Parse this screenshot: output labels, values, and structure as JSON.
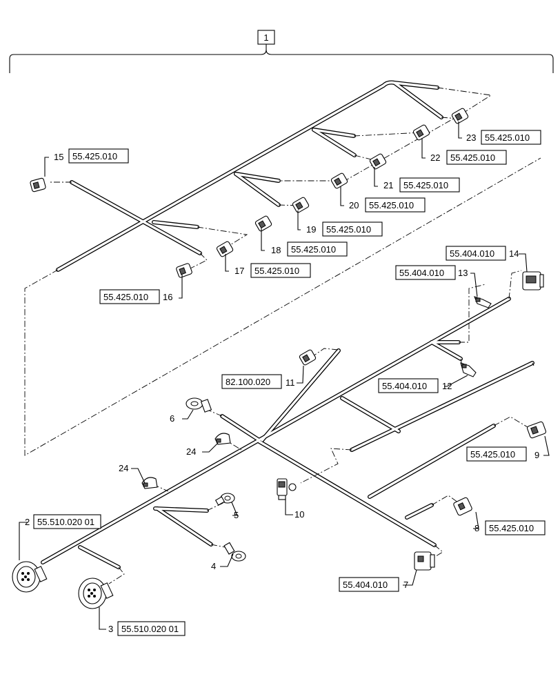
{
  "assembly": {
    "number": "1"
  },
  "items": [
    {
      "id": "2",
      "ref": "55.510.020 01"
    },
    {
      "id": "3",
      "ref": "55.510.020 01"
    },
    {
      "id": "4",
      "ref": ""
    },
    {
      "id": "5",
      "ref": ""
    },
    {
      "id": "6",
      "ref": ""
    },
    {
      "id": "7",
      "ref": "55.404.010"
    },
    {
      "id": "8",
      "ref": "55.425.010"
    },
    {
      "id": "9",
      "ref": "55.425.010"
    },
    {
      "id": "10",
      "ref": ""
    },
    {
      "id": "11",
      "ref": "82.100.020"
    },
    {
      "id": "12",
      "ref": "55.404.010"
    },
    {
      "id": "13",
      "ref": "55.404.010"
    },
    {
      "id": "14",
      "ref": "55.404.010"
    },
    {
      "id": "15",
      "ref": "55.425.010"
    },
    {
      "id": "16",
      "ref": "55.425.010"
    },
    {
      "id": "17",
      "ref": "55.425.010"
    },
    {
      "id": "18",
      "ref": "55.425.010"
    },
    {
      "id": "19",
      "ref": "55.425.010"
    },
    {
      "id": "20",
      "ref": "55.425.010"
    },
    {
      "id": "21",
      "ref": "55.425.010"
    },
    {
      "id": "22",
      "ref": "55.425.010"
    },
    {
      "id": "23",
      "ref": "55.425.010"
    },
    {
      "id": "24a",
      "label": "24",
      "ref": ""
    },
    {
      "id": "24b",
      "label": "24",
      "ref": ""
    }
  ]
}
